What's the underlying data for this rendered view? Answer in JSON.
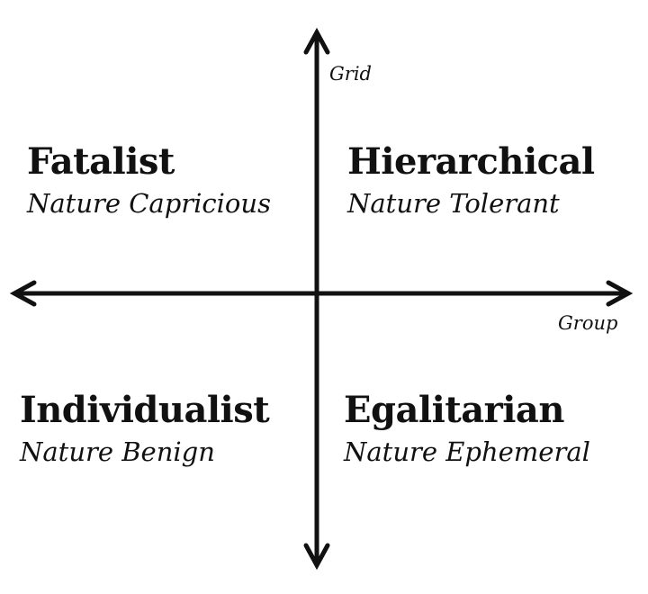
{
  "axes": {
    "vertical_label": "Grid",
    "horizontal_label": "Group"
  },
  "quadrants": {
    "top_left": {
      "title": "Fatalist",
      "subtitle": "Nature Capricious"
    },
    "top_right": {
      "title": "Hierarchical",
      "subtitle": "Nature Tolerant"
    },
    "bottom_left": {
      "title": "Individualist",
      "subtitle": "Nature Benign"
    },
    "bottom_right": {
      "title": "Egalitarian",
      "subtitle": "Nature Ephemeral"
    }
  },
  "colors": {
    "ink": "#111111",
    "background": "#ffffff"
  }
}
